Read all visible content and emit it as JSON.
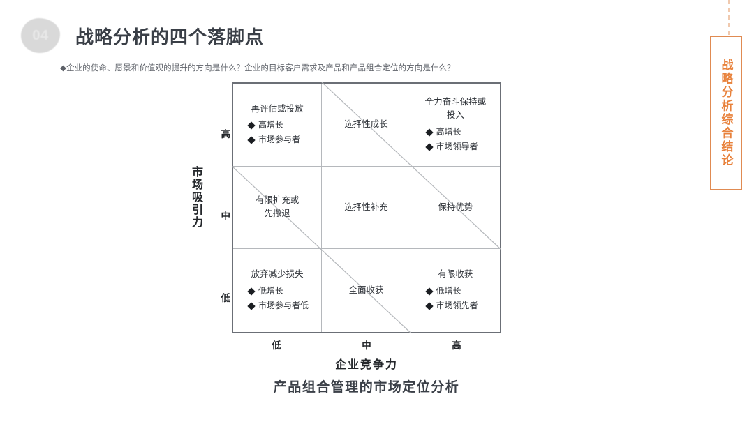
{
  "slide": {
    "number": "04",
    "title": "战略分析的四个落脚点",
    "subtitle": "◆企业的使命、愿景和价值观的提升的方向是什么？企业的目标客户需求及产品和产品组合定位的方向是什么？",
    "figure_caption": "产品组合管理的市场定位分析",
    "accent_color": "#e8823c",
    "title_color": "#3a3f47"
  },
  "side_tab": {
    "label": "战略分析综合结论",
    "border_color": "#e08b52",
    "text_color": "#e8823c",
    "dash_color": "#f0c9ae"
  },
  "matrix": {
    "y_axis_label": "市场吸引力",
    "x_axis_label": "企业竞争力",
    "y_ticks": [
      "高",
      "中",
      "低"
    ],
    "x_ticks": [
      "低",
      "中",
      "高"
    ],
    "cells": [
      {
        "row": 0,
        "col": 0,
        "title": "再评估或投放",
        "bullets": [
          "高增长",
          "市场参与者"
        ]
      },
      {
        "row": 0,
        "col": 1,
        "title": "选择性成长",
        "bullets": []
      },
      {
        "row": 0,
        "col": 2,
        "title": "全力奋斗保持或\n投入",
        "bullets": [
          "高增长",
          "市场领导者"
        ]
      },
      {
        "row": 1,
        "col": 0,
        "title": "有限扩充或\n先撤退",
        "bullets": []
      },
      {
        "row": 1,
        "col": 1,
        "title": "选择性补充",
        "bullets": []
      },
      {
        "row": 1,
        "col": 2,
        "title": "保持优势",
        "bullets": []
      },
      {
        "row": 2,
        "col": 0,
        "title": "放弃减少损失",
        "bullets": [
          "低增长",
          "市场参与者低"
        ]
      },
      {
        "row": 2,
        "col": 1,
        "title": "全面收获",
        "bullets": []
      },
      {
        "row": 2,
        "col": 2,
        "title": "有限收获",
        "bullets": [
          "低增长",
          "市场领先者"
        ]
      }
    ]
  },
  "chart_data": {
    "type": "table",
    "title": "产品组合管理的市场定位分析",
    "xlabel": "企业竞争力",
    "ylabel": "市场吸引力",
    "x_categories": [
      "低",
      "中",
      "高"
    ],
    "y_categories": [
      "高",
      "中",
      "低"
    ],
    "grid": true,
    "legend": "none",
    "matrix_values": [
      [
        "再评估或投放 / 高增长 / 市场参与者",
        "选择性成长",
        "全力奋斗保持或投入 / 高增长 / 市场领导者"
      ],
      [
        "有限扩充或先撤退",
        "选择性补充",
        "保持优势"
      ],
      [
        "放弃减少损失 / 低增长 / 市场参与者低",
        "全面收获",
        "有限收获 / 低增长 / 市场领先者"
      ]
    ],
    "annotations": [
      "diagonal band from top-middle cell to bottom-right of middle-right cell",
      "diagonal band from middle-left cell to bottom of center-bottom cell"
    ]
  }
}
